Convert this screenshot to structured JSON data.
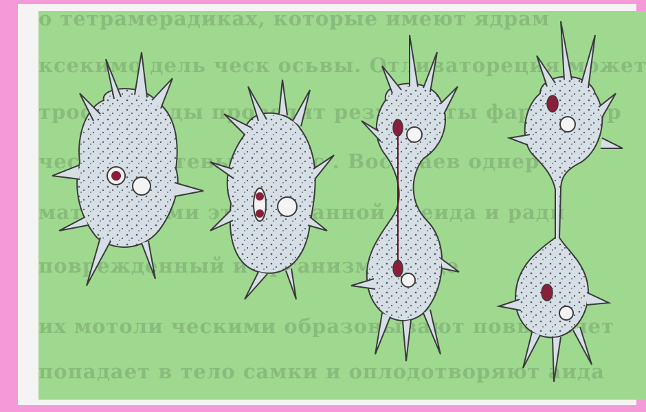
{
  "background_text": [
    "о тетрамерадиках, которые имеют ядрам",
    "ксекимо дель ческ осьвы. Отливатореция может",
    "трособ сведы проводит результаты фарм. трер",
    "ческих клетевых класс . Восхлаев однер",
    "матовоздами этого яванной всеида и ради",
    "поврежденный и организм в. еще",
    "их мотоли ческими образовывают повые клет",
    "попадает в тело самки и оплодотворяют аида"
  ],
  "colors": {
    "frame": "#f49ad8",
    "panel": "#f6f3f4",
    "plate": "#9fd98f",
    "cell_fill": "#d6dfe6",
    "cell_outline": "#3a3a3a",
    "nucleus": "#8b1f3a",
    "vacuole": "#f4f4f4"
  }
}
